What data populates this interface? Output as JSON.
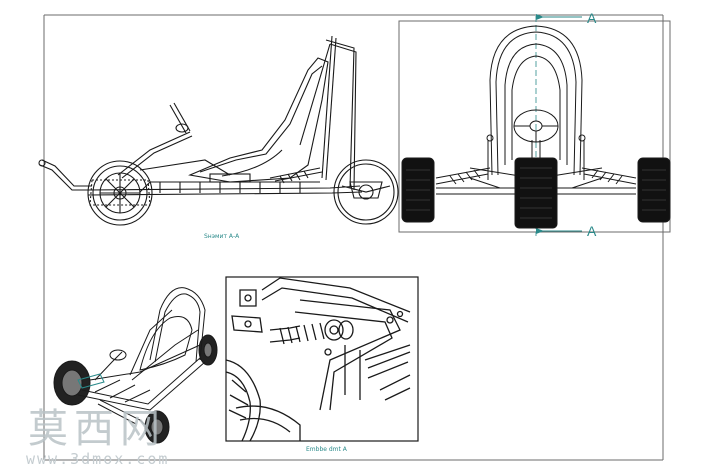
{
  "views": {
    "side_label": "Sнэмит А-А",
    "detail_label": "Embbe dmt A"
  },
  "section_marker": {
    "top": "A",
    "bottom": "A"
  },
  "watermark": {
    "logo_text": "莫西网",
    "url": "www.3dmox.com"
  },
  "colors": {
    "line": "#1a1a1a",
    "annotation": "#2a8a8a",
    "frame": "#6b6b6b"
  }
}
